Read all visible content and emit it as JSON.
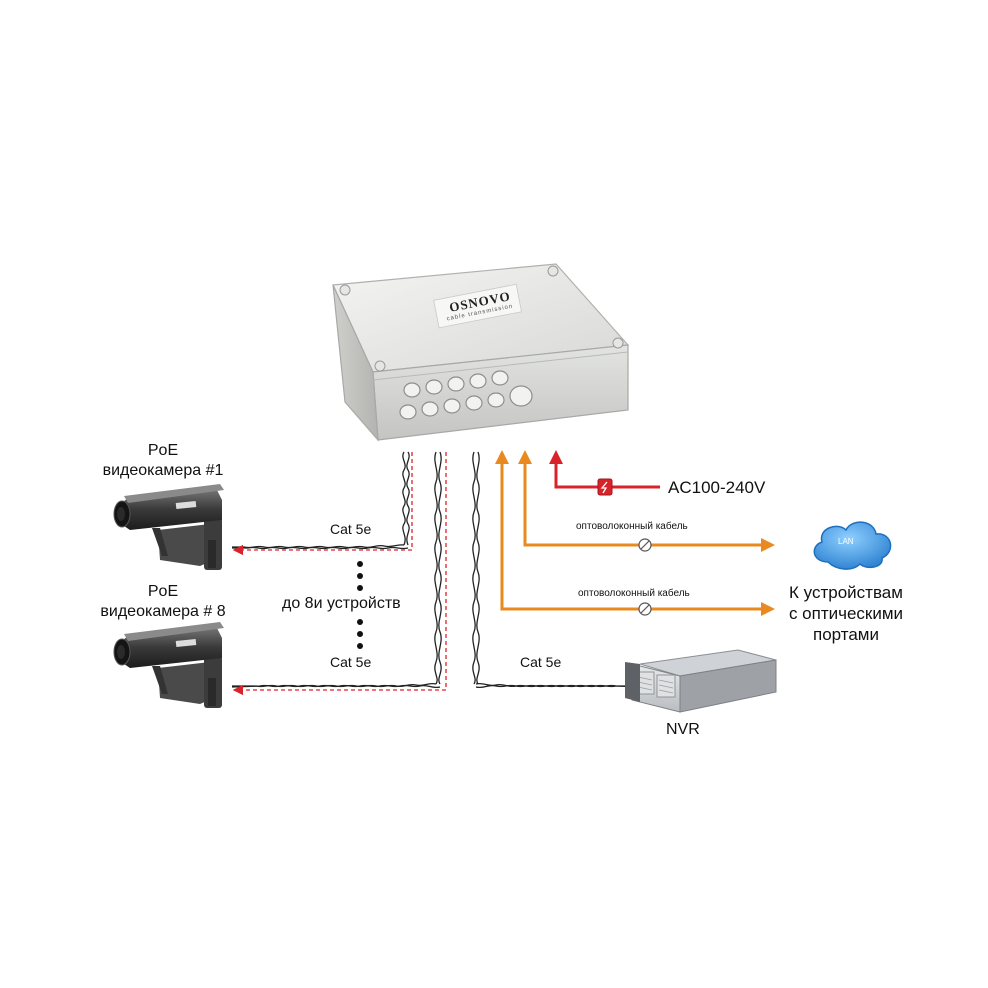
{
  "device": {
    "brand": "OSNOVO",
    "tagline": "cable transmission"
  },
  "cameras": [
    {
      "line1": "PoE",
      "line2": "видеокамера #1"
    },
    {
      "line1": "PoE",
      "line2": "видеокамера # 8"
    }
  ],
  "links": {
    "cat_top": "Cat 5e",
    "cat_bottom": "Cat 5e",
    "cat_nvr": "Cat 5e",
    "range_note": "до 8и устройств",
    "fiber_top": "оптоволоконный кабель",
    "fiber_bottom": "оптоволоконный кабель",
    "power": "AC100-240V"
  },
  "lan_cloud": "LAN",
  "destination": {
    "line1": "К устройствам",
    "line2": "с оптическими",
    "line3": "портами"
  },
  "nvr_label": "NVR",
  "colors": {
    "fiber": "#e88a1f",
    "power": "#d9232a",
    "cable": "#222222",
    "poe_dash": "#d9232a",
    "cloud": "#3b8fd8"
  }
}
